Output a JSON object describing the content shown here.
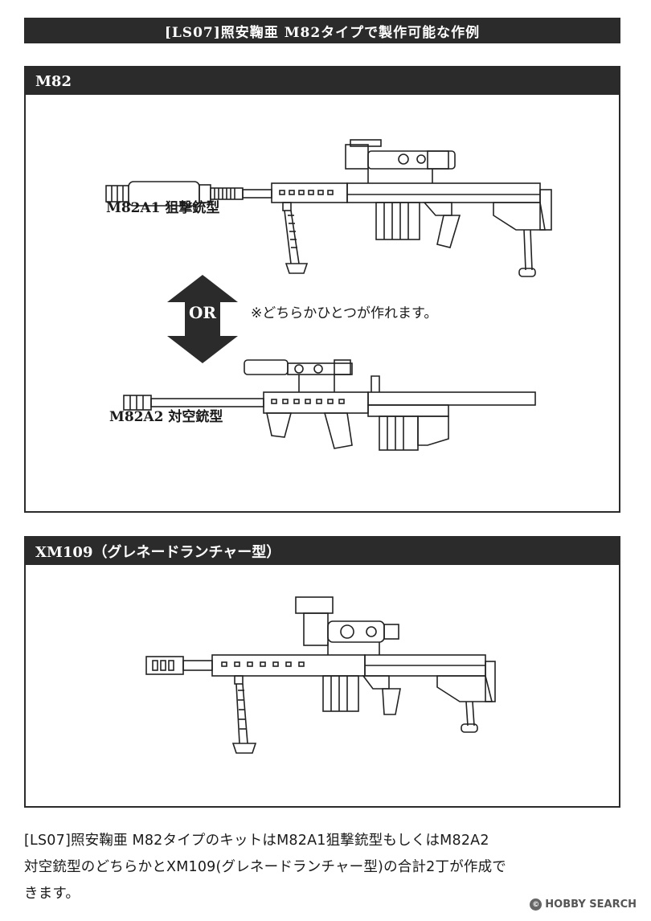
{
  "page_title": "[LS07]照安鞠亜 M82タイプで製作可能な作例",
  "sections": {
    "m82": {
      "heading": "M82",
      "variant_a_label": "M82A1 狙撃銃型",
      "variant_b_label": "M82A2 対空銃型",
      "or_label": "OR",
      "note": "※どちらかひとつが作れます。"
    },
    "xm109": {
      "heading": "XM109（グレネードランチャー型）"
    }
  },
  "description_line1": "[LS07]照安鞠亜 M82タイプのキットはM82A1狙撃銃型もしくはM82A2",
  "description_line2": "対空銃型のどちらかとXM109(グレネードランチャー型)の合計2丁が作成で",
  "description_line3": "きます。",
  "watermark": "HOBBY SEARCH",
  "colors": {
    "bar": "#2b2b2b",
    "line": "#222222"
  }
}
